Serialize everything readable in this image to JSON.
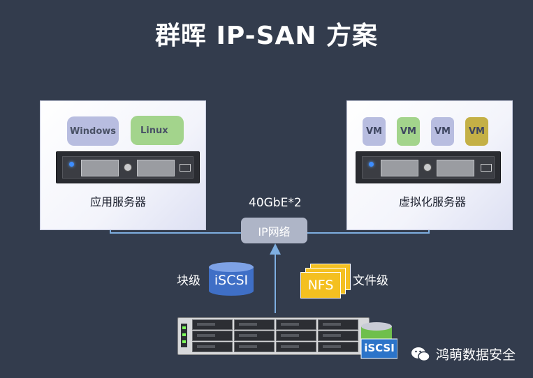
{
  "title": "群晖 IP-SAN 方案",
  "app_server": {
    "os": [
      {
        "label": "Windows",
        "color": "#b8bde0"
      },
      {
        "label": "Linux",
        "color": "#a3d48c"
      }
    ],
    "caption": "应用服务器"
  },
  "virt_server": {
    "vms": [
      {
        "label": "VM",
        "color": "#b8bde0"
      },
      {
        "label": "VM",
        "color": "#a3d48c"
      },
      {
        "label": "VM",
        "color": "#b8bde0"
      },
      {
        "label": "VM",
        "color": "#c4b046"
      }
    ],
    "caption": "虚拟化服务器"
  },
  "network": {
    "speed": "40GbE*2",
    "label": "IP网络",
    "line_color": "#7eaee0"
  },
  "protocols": {
    "block_label": "块级",
    "block_protocol": "iSCSI",
    "file_label": "文件级",
    "file_protocol": "NFS"
  },
  "storage_badge": "iSCSI",
  "watermark": "鸿萌数据安全"
}
